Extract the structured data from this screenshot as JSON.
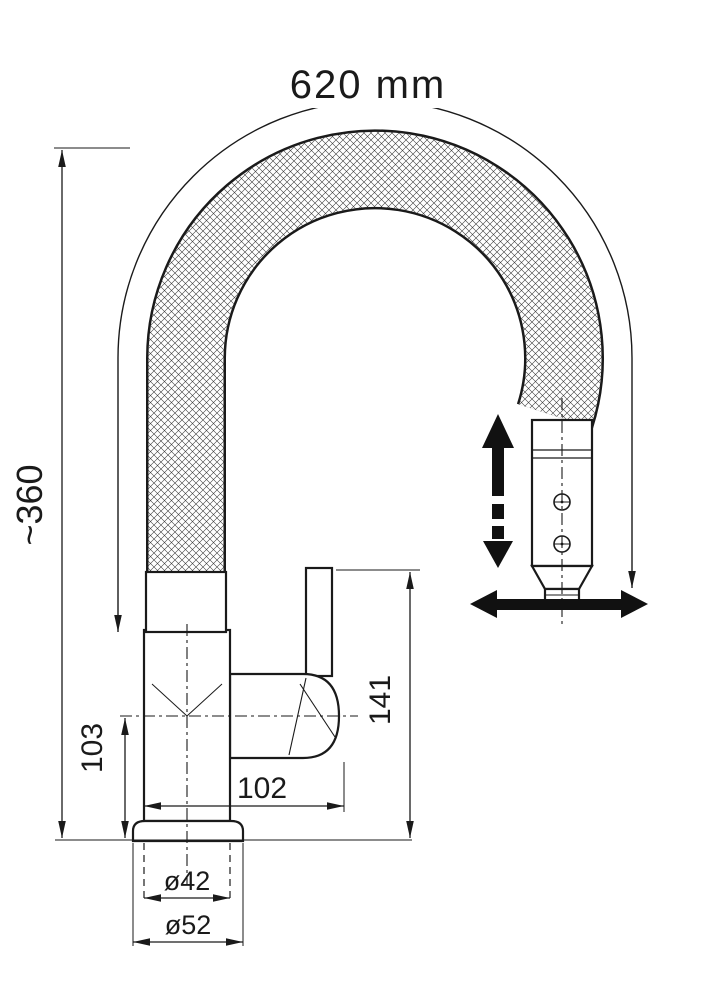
{
  "colors": {
    "line": "#1a1a1a",
    "background": "#ffffff"
  },
  "dimensions": {
    "hose_length": "620 mm",
    "overall_height": "~360",
    "spout_axis_height": "103",
    "spout_reach": "102",
    "handle_height": "141",
    "shank_diameter": "ø42",
    "base_diameter": "ø52"
  },
  "icons": {
    "vertical_double_arrow": "spray-head pull up/down",
    "horizontal_double_arrow": "spray-head move left/right"
  }
}
